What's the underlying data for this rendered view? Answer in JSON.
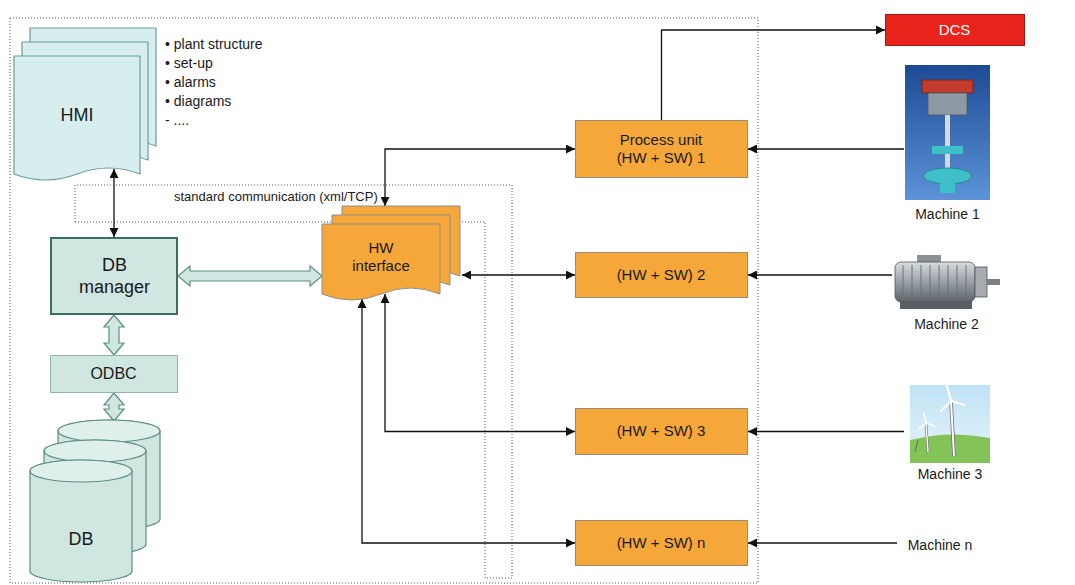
{
  "diagram": {
    "nodes": [
      {
        "text": [
          "HMI"
        ]
      },
      {
        "text": [
          "DB manager"
        ]
      },
      {
        "text": [
          "ODBC"
        ]
      },
      {
        "text": [
          "DB"
        ]
      },
      {
        "text": [
          "HW interface"
        ]
      },
      {
        "text": [
          "Process unit (HW + SW) 1"
        ]
      },
      {
        "text": [
          "(HW + SW) 2"
        ]
      },
      {
        "text": [
          "(HW + SW) 3"
        ]
      },
      {
        "text": [
          "(HW + SW) n"
        ]
      },
      {
        "text": [
          "DCS"
        ]
      },
      {
        "text": [
          "Machine 1"
        ]
      },
      {
        "text": [
          "Machine 2"
        ]
      },
      {
        "text": [
          "Machine 3"
        ]
      },
      {
        "text": [
          "Machine n"
        ]
      }
    ],
    "edges": [
      {
        "from": 0,
        "to": 1,
        "arrow": "both"
      },
      {
        "from": 1,
        "to": 2,
        "arrow": "both"
      },
      {
        "from": 2,
        "to": 3,
        "arrow": "both"
      },
      {
        "from": 1,
        "to": 4,
        "arrow": "both"
      },
      {
        "from": 4,
        "to": 5,
        "arrow": "both"
      },
      {
        "from": 4,
        "to": 6,
        "arrow": "both"
      },
      {
        "from": 4,
        "to": 7,
        "arrow": "both"
      },
      {
        "from": 4,
        "to": 8,
        "arrow": "both"
      },
      {
        "from": 5,
        "to": 9,
        "arrow": "to"
      },
      {
        "from": 10,
        "to": 5,
        "arrow": "to"
      },
      {
        "from": 11,
        "to": 6,
        "arrow": "to"
      },
      {
        "from": 12,
        "to": 7,
        "arrow": "to"
      },
      {
        "from": 13,
        "to": 8,
        "arrow": "to"
      }
    ],
    "labels": [
      "• plant structure",
      "• set-up",
      "• alarms",
      "• diagrams",
      "- ....",
      "standard communication (xml/TCP)"
    ]
  }
}
